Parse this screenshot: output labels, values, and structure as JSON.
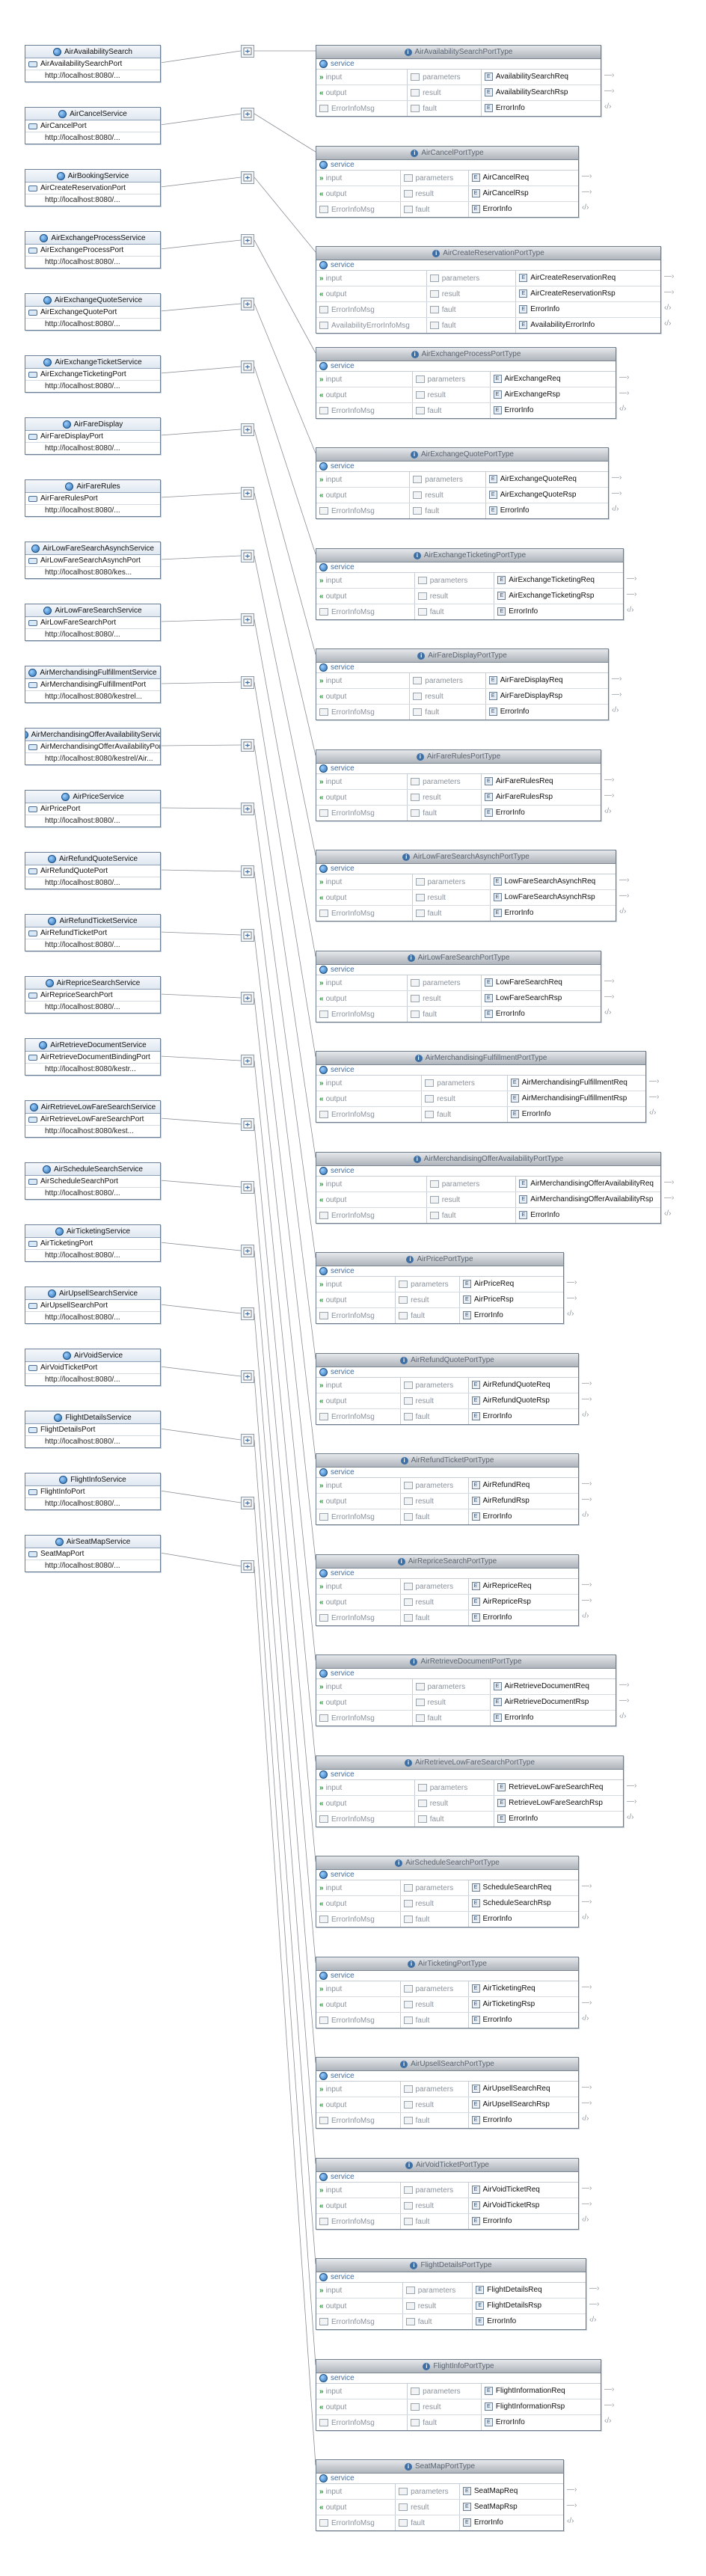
{
  "labels": {
    "service": "service",
    "input": "input",
    "output": "output",
    "parameters": "parameters",
    "result": "result",
    "fault": "fault",
    "errorMsg": "ErrorInfoMsg",
    "errorInfo": "ErrorInfo"
  },
  "colors": {
    "accent": "#3d6fa5",
    "wire": "#8a8f96",
    "header": "#b4bac1"
  },
  "services": [
    {
      "name": "AirAvailabilitySearch",
      "port": "AirAvailabilitySearchPort",
      "address": "http://localhost:8080/..."
    },
    {
      "name": "AirCancelService",
      "port": "AirCancelPort",
      "address": "http://localhost:8080/..."
    },
    {
      "name": "AirBookingService",
      "port": "AirCreateReservationPort",
      "address": "http://localhost:8080/..."
    },
    {
      "name": "AirExchangeProcessService",
      "port": "AirExchangeProcessPort",
      "address": "http://localhost:8080/..."
    },
    {
      "name": "AirExchangeQuoteService",
      "port": "AirExchangeQuotePort",
      "address": "http://localhost:8080/..."
    },
    {
      "name": "AirExchangeTicketService",
      "port": "AirExchangeTicketingPort",
      "address": "http://localhost:8080/..."
    },
    {
      "name": "AirFareDisplay",
      "port": "AirFareDisplayPort",
      "address": "http://localhost:8080/..."
    },
    {
      "name": "AirFareRules",
      "port": "AirFareRulesPort",
      "address": "http://localhost:8080/..."
    },
    {
      "name": "AirLowFareSearchAsynchService",
      "port": "AirLowFareSearchAsynchPort",
      "address": "http://localhost:8080/kes..."
    },
    {
      "name": "AirLowFareSearchService",
      "port": "AirLowFareSearchPort",
      "address": "http://localhost:8080/..."
    },
    {
      "name": "AirMerchandisingFulfillmentService",
      "port": "AirMerchandisingFulfillmentPort",
      "address": "http://localhost:8080/kestrel..."
    },
    {
      "name": "AirMerchandisingOfferAvailabilityService",
      "port": "AirMerchandisingOfferAvailabilityPort",
      "address": "http://localhost:8080/kestrel/Air..."
    },
    {
      "name": "AirPriceService",
      "port": "AirPricePort",
      "address": "http://localhost:8080/..."
    },
    {
      "name": "AirRefundQuoteService",
      "port": "AirRefundQuotePort",
      "address": "http://localhost:8080/..."
    },
    {
      "name": "AirRefundTicketService",
      "port": "AirRefundTicketPort",
      "address": "http://localhost:8080/..."
    },
    {
      "name": "AirRepriceSearchService",
      "port": "AirRepriceSearchPort",
      "address": "http://localhost:8080/..."
    },
    {
      "name": "AirRetrieveDocumentService",
      "port": "AirRetrieveDocumentBindingPort",
      "address": "http://localhost:8080/kestr..."
    },
    {
      "name": "AirRetrieveLowFareSearchService",
      "port": "AirRetrieveLowFareSearchPort",
      "address": "http://localhost:8080/kest..."
    },
    {
      "name": "AirScheduleSearchService",
      "port": "AirScheduleSearchPort",
      "address": "http://localhost:8080/..."
    },
    {
      "name": "AirTicketingService",
      "port": "AirTicketingPort",
      "address": "http://localhost:8080/..."
    },
    {
      "name": "AirUpsellSearchService",
      "port": "AirUpsellSearchPort",
      "address": "http://localhost:8080/..."
    },
    {
      "name": "AirVoidService",
      "port": "AirVoidTicketPort",
      "address": "http://localhost:8080/..."
    },
    {
      "name": "FlightDetailsService",
      "port": "FlightDetailsPort",
      "address": "http://localhost:8080/..."
    },
    {
      "name": "FlightInfoService",
      "port": "FlightInfoPort",
      "address": "http://localhost:8080/..."
    },
    {
      "name": "AirSeatMapService",
      "port": "SeatMapPort",
      "address": "http://localhost:8080/..."
    }
  ],
  "portTypes": [
    {
      "name": "AirAvailabilitySearchPortType",
      "input": "AvailabilitySearchReq",
      "output": "AvailabilitySearchRsp"
    },
    {
      "name": "AirCancelPortType",
      "input": "AirCancelReq",
      "output": "AirCancelRsp"
    },
    {
      "name": "AirCreateReservationPortType",
      "input": "AirCreateReservationReq",
      "output": "AirCreateReservationRsp",
      "extraFault": {
        "message": "AvailabilityErrorInfoMsg",
        "element": "AvailabilityErrorInfo"
      }
    },
    {
      "name": "AirExchangeProcessPortType",
      "input": "AirExchangeReq",
      "output": "AirExchangeRsp"
    },
    {
      "name": "AirExchangeQuotePortType",
      "input": "AirExchangeQuoteReq",
      "output": "AirExchangeQuoteRsp"
    },
    {
      "name": "AirExchangeTicketingPortType",
      "input": "AirExchangeTicketingReq",
      "output": "AirExchangeTicketingRsp"
    },
    {
      "name": "AirFareDisplayPortType",
      "input": "AirFareDisplayReq",
      "output": "AirFareDisplayRsp"
    },
    {
      "name": "AirFareRulesPortType",
      "input": "AirFareRulesReq",
      "output": "AirFareRulesRsp"
    },
    {
      "name": "AirLowFareSearchAsynchPortType",
      "input": "LowFareSearchAsynchReq",
      "output": "LowFareSearchAsynchRsp"
    },
    {
      "name": "AirLowFareSearchPortType",
      "input": "LowFareSearchReq",
      "output": "LowFareSearchRsp"
    },
    {
      "name": "AirMerchandisingFulfillmentPortType",
      "input": "AirMerchandisingFulfillmentReq",
      "output": "AirMerchandisingFulfillmentRsp"
    },
    {
      "name": "AirMerchandisingOfferAvailabilityPortType",
      "input": "AirMerchandisingOfferAvailabilityReq",
      "output": "AirMerchandisingOfferAvailabilityRsp"
    },
    {
      "name": "AirPricePortType",
      "input": "AirPriceReq",
      "output": "AirPriceRsp"
    },
    {
      "name": "AirRefundQuotePortType",
      "input": "AirRefundQuoteReq",
      "output": "AirRefundQuoteRsp"
    },
    {
      "name": "AirRefundTicketPortType",
      "input": "AirRefundReq",
      "output": "AirRefundRsp"
    },
    {
      "name": "AirRepriceSearchPortType",
      "input": "AirRepriceReq",
      "output": "AirRepriceRsp"
    },
    {
      "name": "AirRetrieveDocumentPortType",
      "input": "AirRetrieveDocumentReq",
      "output": "AirRetrieveDocumentRsp"
    },
    {
      "name": "AirRetrieveLowFareSearchPortType",
      "input": "RetrieveLowFareSearchReq",
      "output": "RetrieveLowFareSearchRsp"
    },
    {
      "name": "AirScheduleSearchPortType",
      "input": "ScheduleSearchReq",
      "output": "ScheduleSearchRsp"
    },
    {
      "name": "AirTicketingPortType",
      "input": "AirTicketingReq",
      "output": "AirTicketingRsp"
    },
    {
      "name": "AirUpsellSearchPortType",
      "input": "AirUpsellSearchReq",
      "output": "AirUpsellSearchRsp"
    },
    {
      "name": "AirVoidTicketPortType",
      "input": "AirVoidTicketReq",
      "output": "AirVoidTicketRsp"
    },
    {
      "name": "FlightDetailsPortType",
      "input": "FlightDetailsReq",
      "output": "FlightDetailsRsp"
    },
    {
      "name": "FlightInfoPortType",
      "input": "FlightInformationReq",
      "output": "FlightInformationRsp"
    },
    {
      "name": "SeatMapPortType",
      "input": "SeatMapReq",
      "output": "SeatMapRsp"
    }
  ]
}
